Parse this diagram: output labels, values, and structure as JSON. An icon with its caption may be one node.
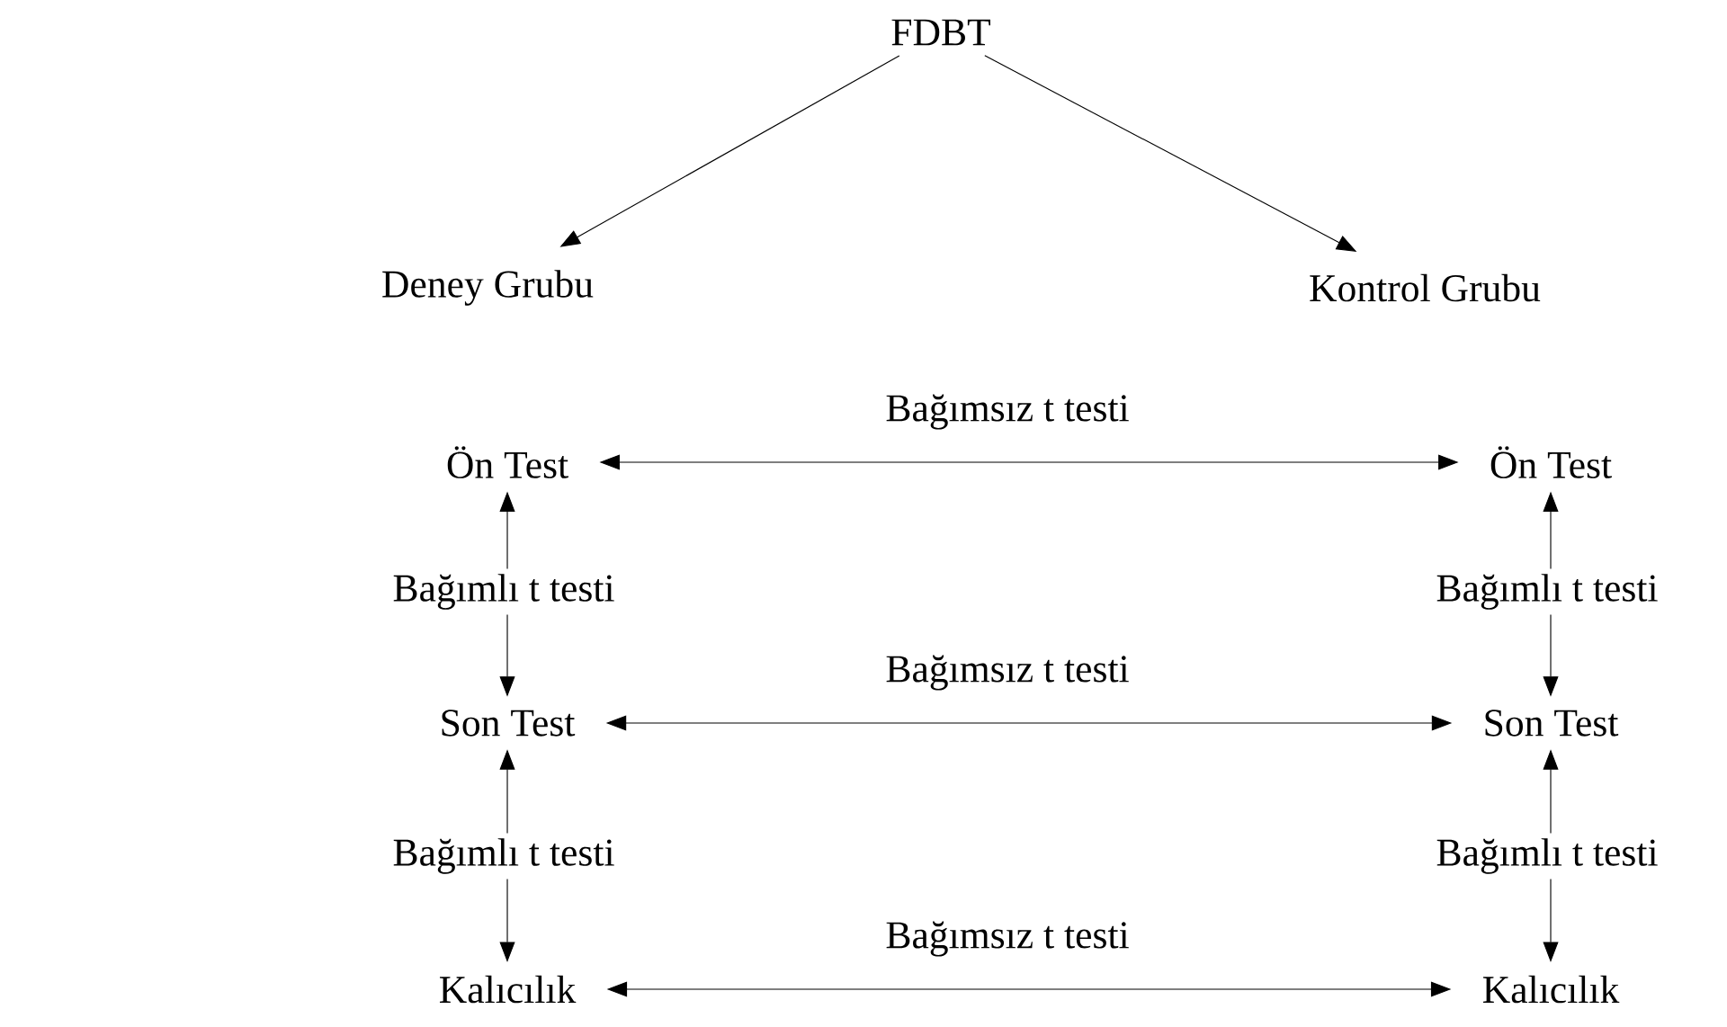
{
  "diagram": {
    "nodes": [
      {
        "text": [
          "FDBT"
        ]
      },
      {
        "text": [
          "Deney Grubu"
        ]
      },
      {
        "text": [
          "Kontrol Grubu"
        ]
      },
      {
        "text": [
          "Ön Test"
        ]
      },
      {
        "text": [
          "Ön Test"
        ]
      },
      {
        "text": [
          "Son Test"
        ]
      },
      {
        "text": [
          "Son Test"
        ]
      },
      {
        "text": [
          "Kalıcılık"
        ]
      },
      {
        "text": [
          "Kalıcılık"
        ]
      }
    ],
    "edges": [
      {
        "from": 0,
        "to": 1,
        "arrow": "to"
      },
      {
        "from": 0,
        "to": 2,
        "arrow": "to"
      },
      {
        "from": 3,
        "to": 4,
        "arrow": "both",
        "label": "Bağımsız t testi"
      },
      {
        "from": 3,
        "to": 5,
        "arrow": "both",
        "label": "Bağımlı t testi"
      },
      {
        "from": 4,
        "to": 6,
        "arrow": "both",
        "label": "Bağımlı t testi"
      },
      {
        "from": 5,
        "to": 6,
        "arrow": "both",
        "label": "Bağımsız t testi"
      },
      {
        "from": 5,
        "to": 7,
        "arrow": "both",
        "label": "Bağımlı t testi"
      },
      {
        "from": 6,
        "to": 8,
        "arrow": "both",
        "label": "Bağımlı t testi"
      },
      {
        "from": 7,
        "to": 8,
        "arrow": "both",
        "label": "Bağımsız t testi"
      }
    ]
  }
}
